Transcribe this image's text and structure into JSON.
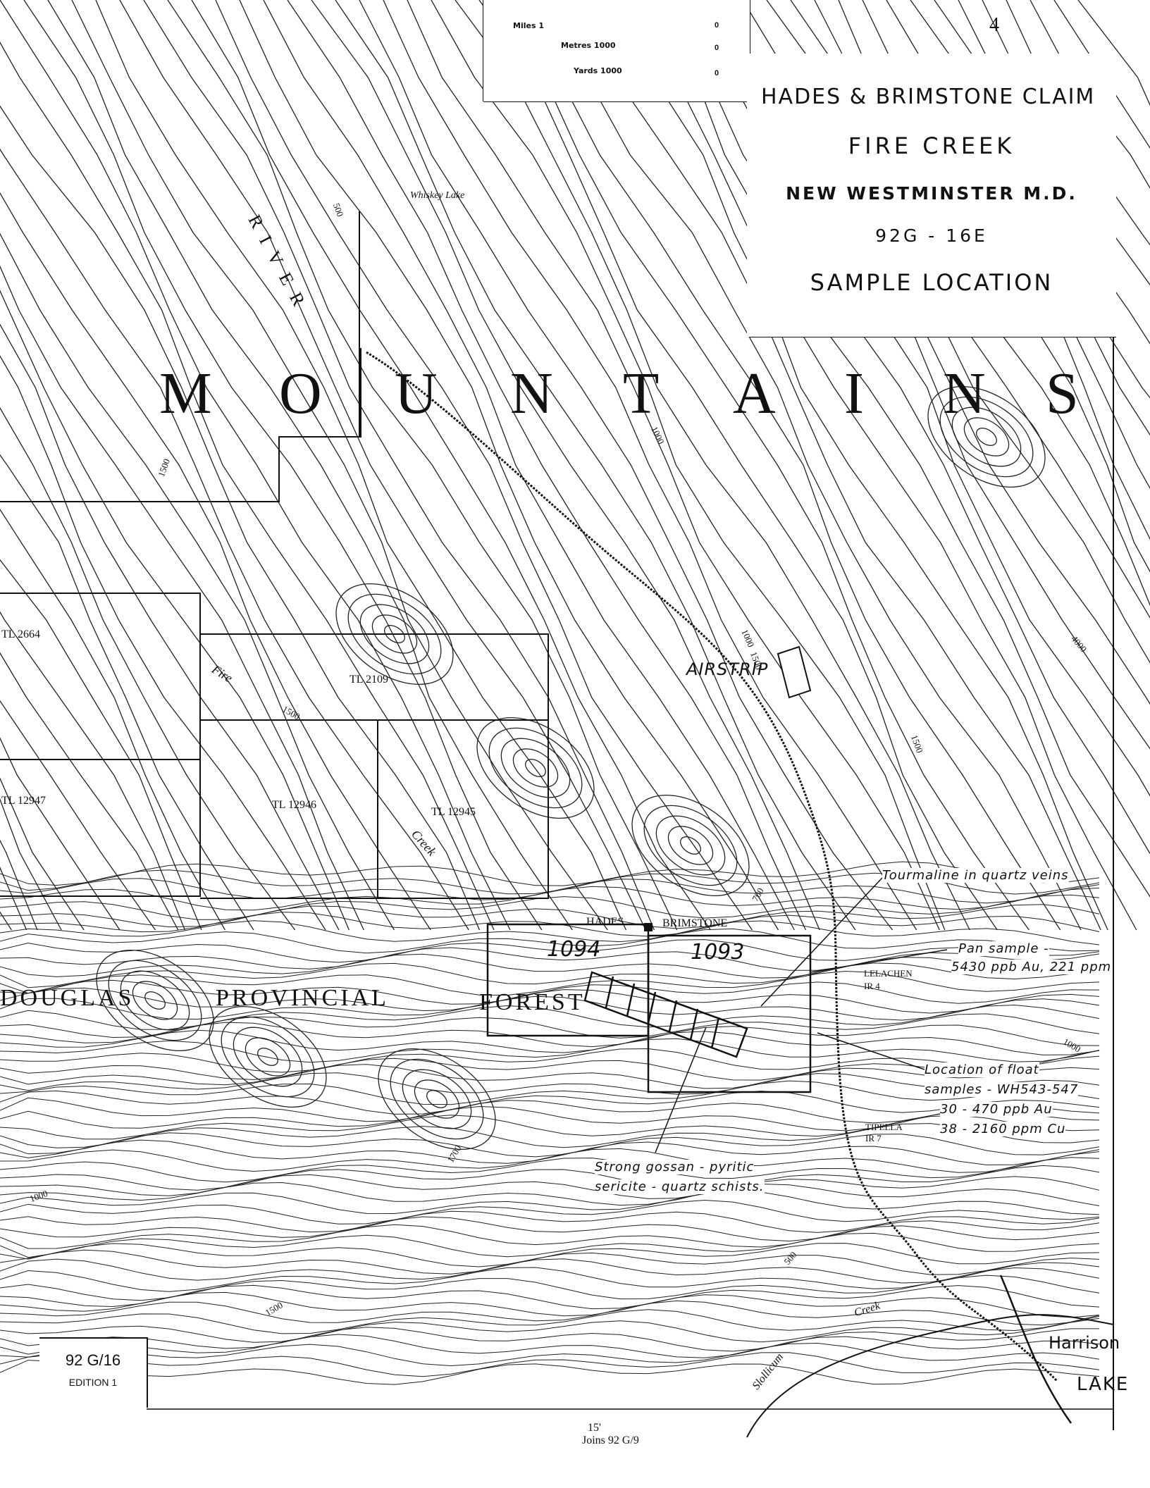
{
  "page_number": "4",
  "title_block": {
    "line1": "HADES & BRIMSTONE CLAIM",
    "line2": "FIRE CREEK",
    "line3": "NEW WESTMINSTER M.D.",
    "line4": "92G - 16E",
    "line5": "SAMPLE LOCATION"
  },
  "scale_bar": {
    "miles_label": "Miles 1",
    "metres_label": "Metres 1000",
    "yards_label": "Yards 1000",
    "zero": "0"
  },
  "region_labels": {
    "mountains": [
      "M",
      "O",
      "U",
      "N",
      "T",
      "A",
      "I",
      "N",
      "S"
    ],
    "river": "RIVER",
    "whiskey_lake": "Whiskey Lake",
    "airstrip": "AIRSTRIP",
    "douglas": "DOUGLAS",
    "provincial": "PROVINCIAL",
    "forest": "FOREST",
    "fire_creek_a": "Fire",
    "fire_creek_b": "Creek",
    "harrison": "Harrison",
    "lake": "LAKE",
    "slollicum": "Slollicum",
    "creek": "Creek"
  },
  "lots": {
    "tl2664": "TL 2664",
    "tl2109": "TL 2109",
    "tl12947": "TL 12947",
    "tl12946": "TL 12946",
    "tl12945": "TL 12945",
    "lelachen": "LELACHEN",
    "lelachen_ir": "IR 4",
    "tipella": "TIPELLA",
    "tipella_ir": "IR 7"
  },
  "claims": {
    "hades": "HADES",
    "brimstone": "BRIMSTONE",
    "c1094": "1094",
    "c1093": "1093"
  },
  "contours": {
    "c500a": "500",
    "c500b": "500",
    "c1000a": "1000",
    "c1000b": "1000",
    "c1000c": "1000",
    "c1000d": "1000",
    "c1500a": "1500",
    "c1500b": "1500",
    "c1500c": "1500",
    "c1500d": "1500",
    "c1500e": "1500",
    "c700": "700",
    "c1700": "1700",
    "c4000": "4000"
  },
  "annotations": {
    "tourmaline": "Tourmaline in quartz veins",
    "pan_sample_1": "Pan sample -",
    "pan_sample_2": "5430 ppb Au, 221 ppm",
    "float_1": "Location of float",
    "float_2": "samples - WH543-547",
    "float_3": "30 - 470 ppb Au",
    "float_4": "38 - 2160 ppm Cu",
    "gossan_1": "Strong gossan - pyritic",
    "gossan_2": "sericite - quartz schists."
  },
  "sheet": {
    "number": "92 G/16",
    "edition": "EDITION 1"
  },
  "footer": {
    "minutes": "15'",
    "joins": "Joins 92 G/9"
  }
}
